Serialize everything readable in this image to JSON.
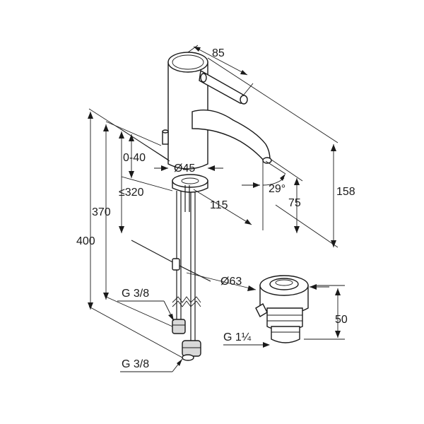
{
  "colors": {
    "line": "#1a1a1a",
    "background": "#ffffff"
  },
  "labels": {
    "d85": "85",
    "d0_40": "0-40",
    "d45": "Ø45",
    "d29": "29°",
    "d320": "≤320",
    "d370": "370",
    "d400": "400",
    "d115": "115",
    "d75": "75",
    "d158": "158",
    "d63": "Ø63",
    "d50": "50",
    "g38_upper": "G 3/8",
    "g38_lower": "G 3/8",
    "g114": "G 1¼"
  }
}
